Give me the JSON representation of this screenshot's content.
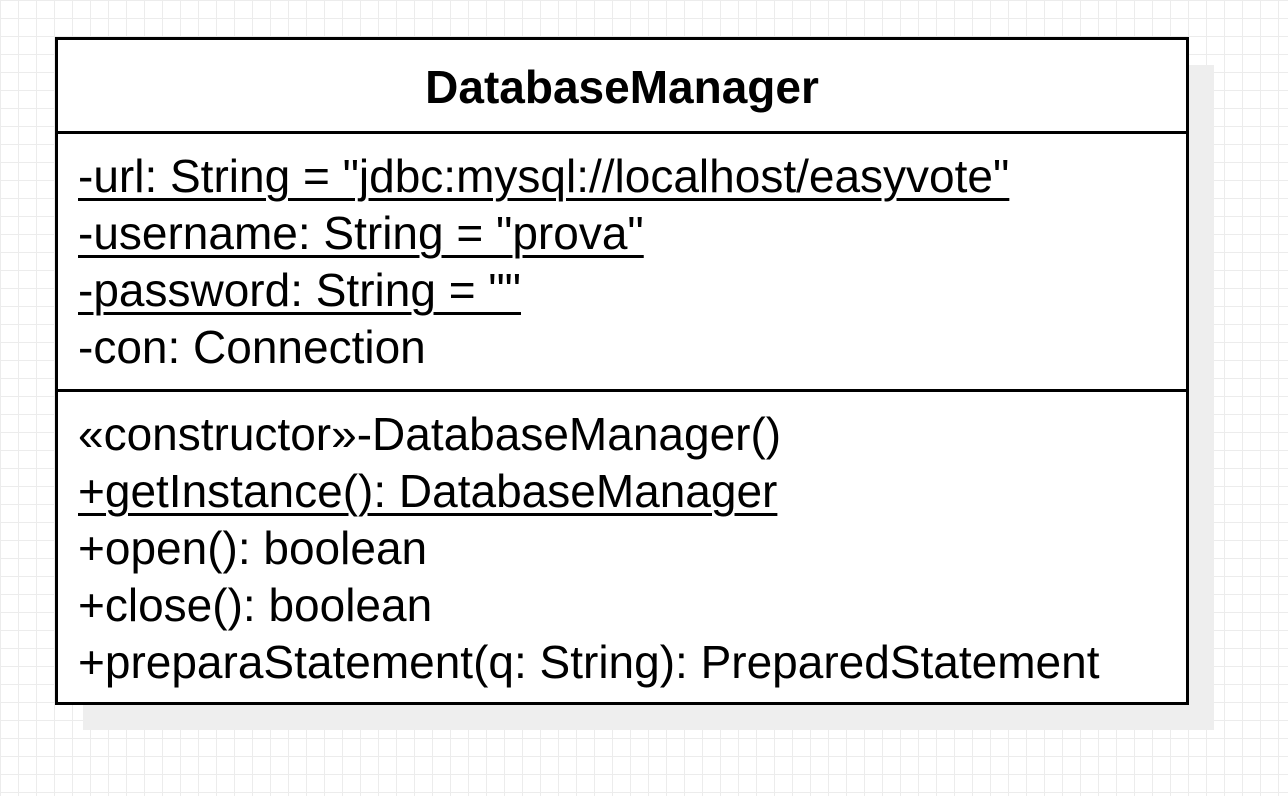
{
  "diagram": {
    "class": {
      "name": "DatabaseManager",
      "attributes": [
        {
          "text": "-url: String = \"jdbc:mysql://localhost/easyvote\"",
          "static": true
        },
        {
          "text": "-username: String = \"prova\"",
          "static": true
        },
        {
          "text": "-password: String = \"\"",
          "static": true
        },
        {
          "text": "-con: Connection",
          "static": false
        }
      ],
      "operations": [
        {
          "text": "«constructor»-DatabaseManager()",
          "static": false
        },
        {
          "text": "+getInstance(): DatabaseManager",
          "static": true
        },
        {
          "text": "+open(): boolean",
          "static": false
        },
        {
          "text": "+close(): boolean",
          "static": false
        },
        {
          "text": "+preparaStatement(q: String): PreparedStatement",
          "static": false
        }
      ]
    }
  }
}
